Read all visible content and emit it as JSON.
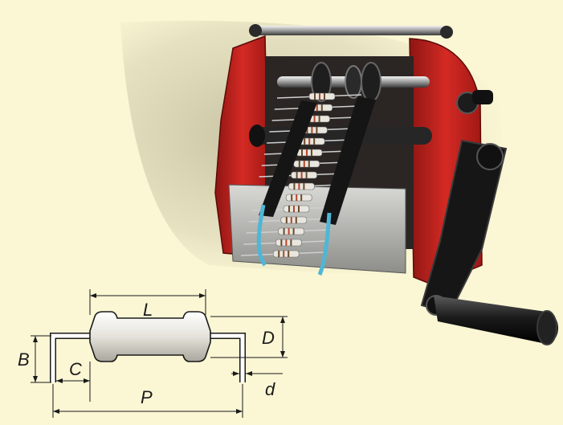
{
  "figure": {
    "photo": "resistor-lead-forming-machine",
    "dimension_labels": {
      "L": "L",
      "D": "D",
      "B": "B",
      "C": "C",
      "P": "P",
      "d": "d"
    }
  },
  "colors": {
    "background": "#fbf6d4",
    "machine_frame": "#c8201c",
    "machine_dark": "#1d1d1d",
    "resistor_body": "#e8e6df",
    "band_blue": "#4fb6d6"
  }
}
